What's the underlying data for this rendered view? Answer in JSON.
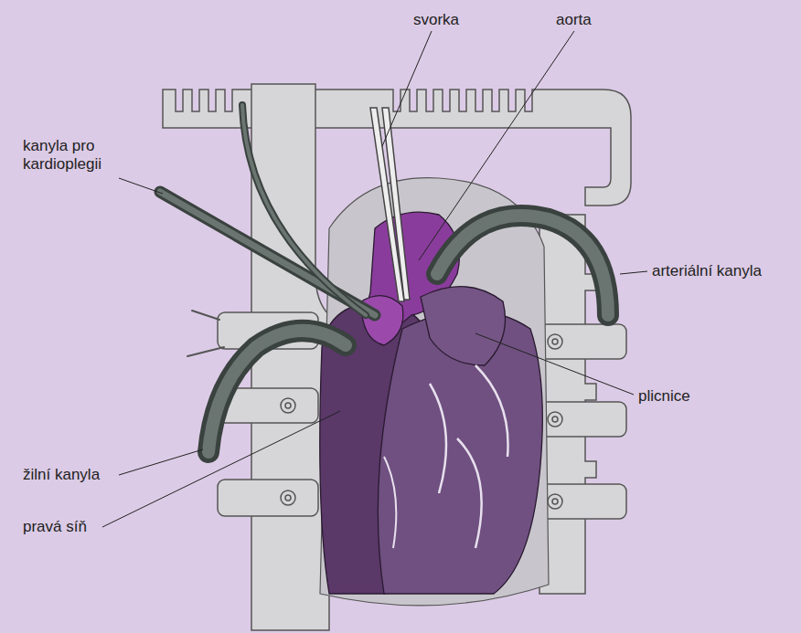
{
  "diagram": {
    "labels": [
      "svorka",
      "aorta",
      "kanyla pro kardioplegii",
      "arteriální kanyla",
      "plicnice",
      "žilní kanyla",
      "pravá síň"
    ]
  }
}
